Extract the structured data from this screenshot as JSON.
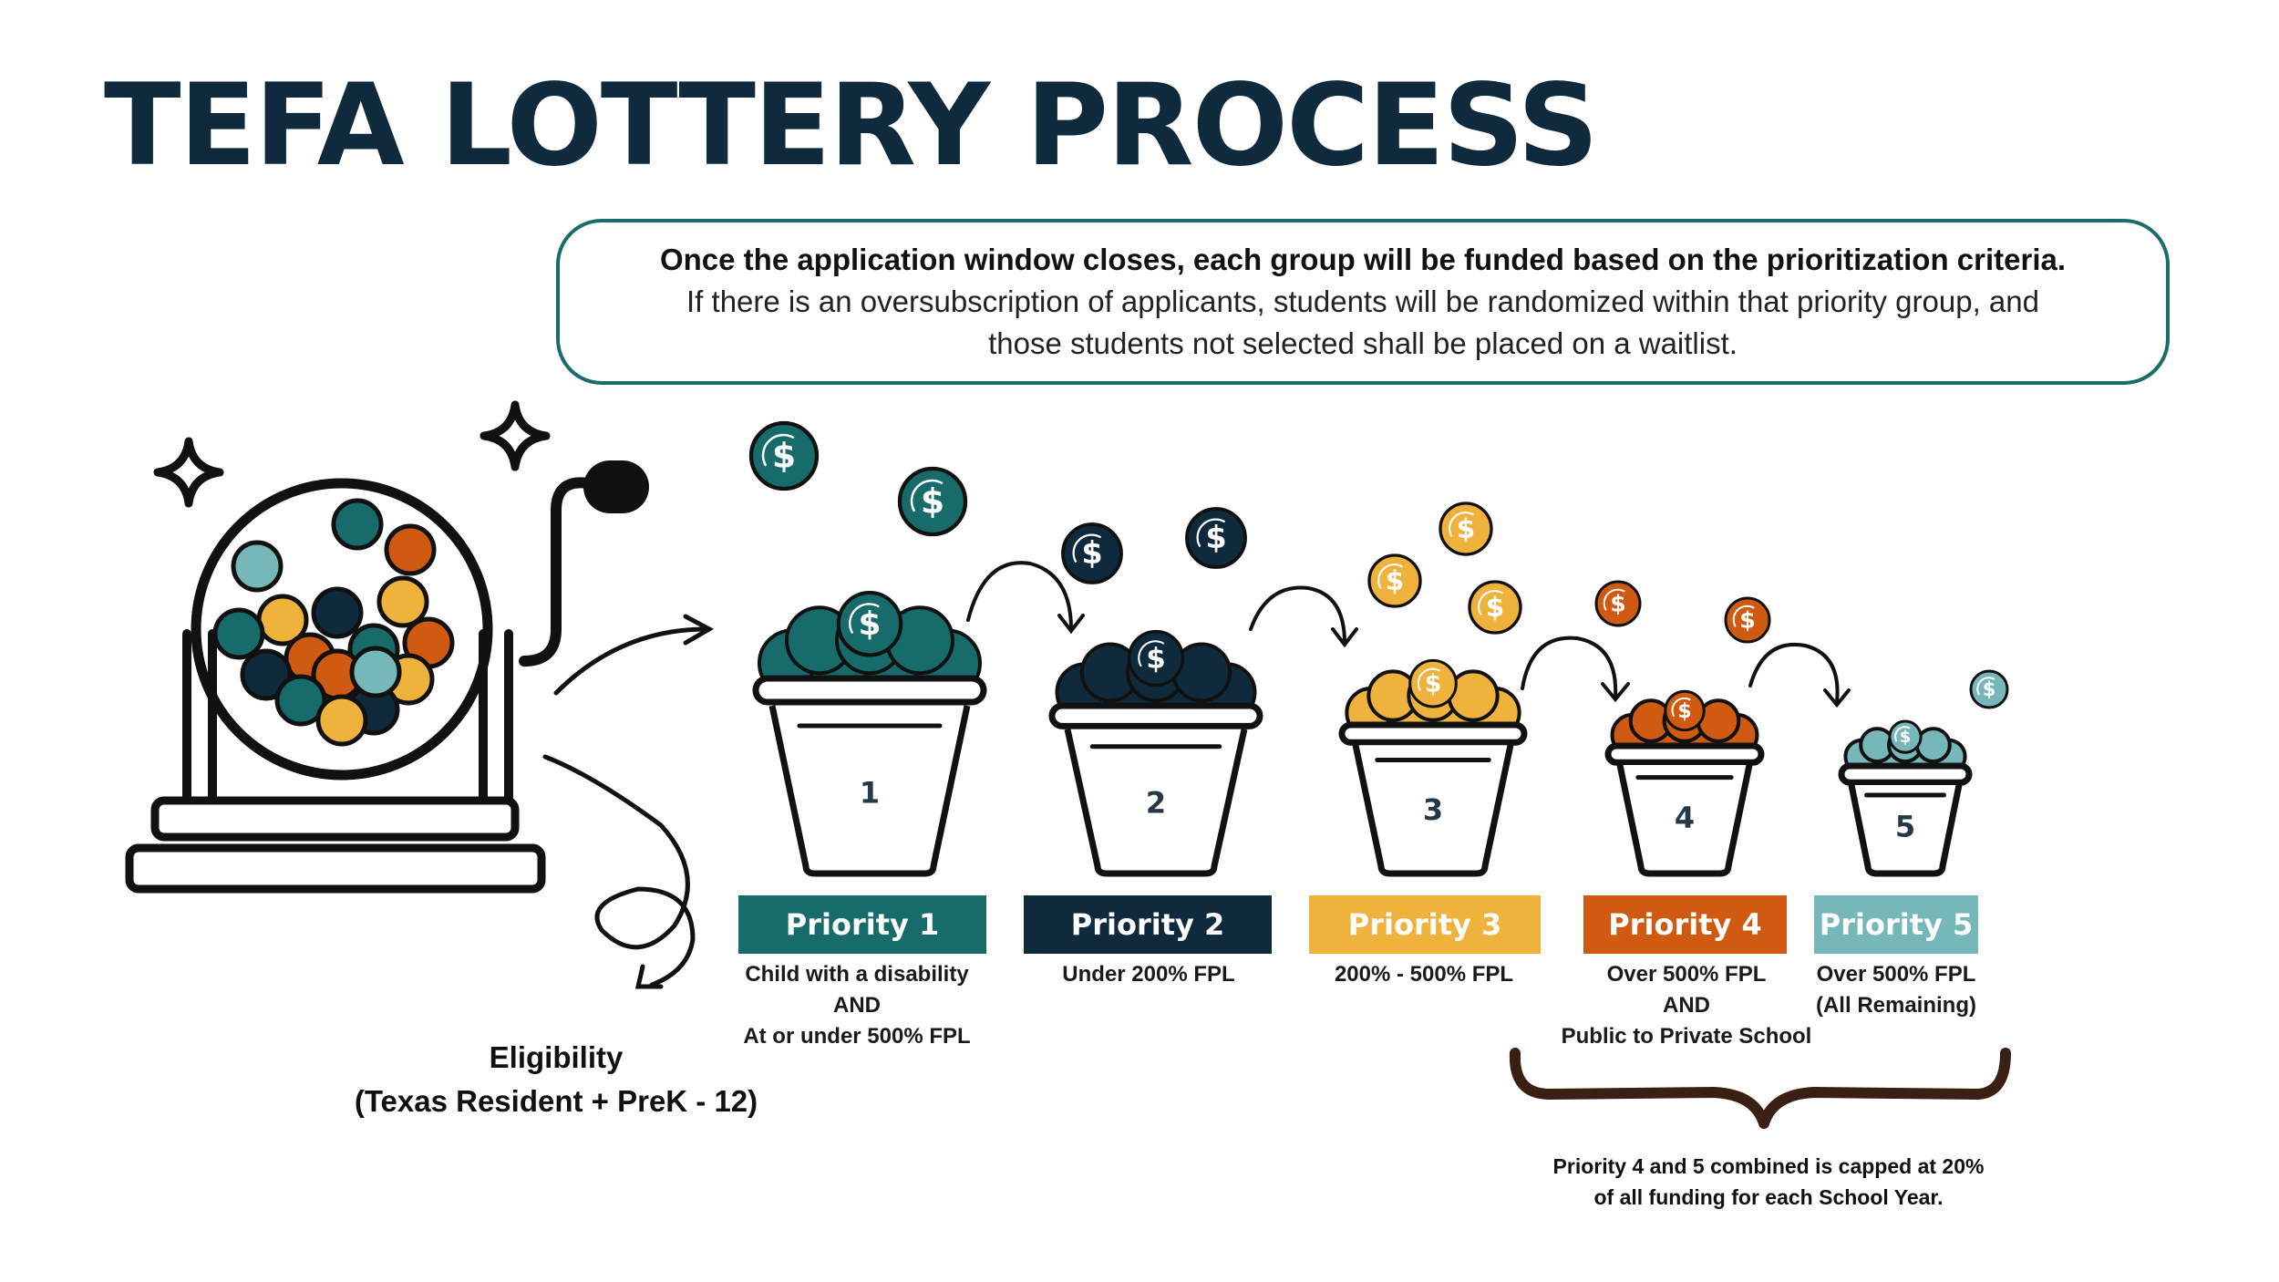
{
  "title": "TEFA LOTTERY PROCESS",
  "callout": {
    "bold": "Once the application window closes, each group will be funded based on the prioritization criteria.",
    "line2": "If there is an oversubscription of applicants, students will be randomized within that priority group, and",
    "line3": "those students not selected shall be placed on a waitlist."
  },
  "eligibility": {
    "line1": "Eligibility",
    "line2": "(Texas Resident + PreK - 12)"
  },
  "buckets": [
    {
      "number": "1",
      "label": "Priority 1",
      "color": "#176b6b",
      "desc1": "Child with a disability",
      "desc2": "AND",
      "desc3": "At or under 500% FPL"
    },
    {
      "number": "2",
      "label": "Priority 2",
      "color": "#0f2a3d",
      "desc1": "Under 200% FPL",
      "desc2": "",
      "desc3": ""
    },
    {
      "number": "3",
      "label": "Priority 3",
      "color": "#efb23c",
      "desc1": "200% - 500% FPL",
      "desc2": "",
      "desc3": ""
    },
    {
      "number": "4",
      "label": "Priority 4",
      "color": "#d15a12",
      "desc1": "Over 500% FPL",
      "desc2": "AND",
      "desc3": "Public to Private School"
    },
    {
      "number": "5",
      "label": "Priority 5",
      "color": "#76b7b9",
      "desc1": "Over 500% FPL",
      "desc2": "(All Remaining)",
      "desc3": ""
    }
  ],
  "cap_note": {
    "line1": "Priority 4 and 5 combined is capped at 20%",
    "line2": "of all funding for each School Year."
  },
  "coin_symbol": "$",
  "colors": {
    "teal": "#176b6b",
    "navy": "#0f2a3d",
    "gold": "#efb23c",
    "orange": "#d15a12",
    "light_teal": "#76b7b9",
    "border_teal": "#1b6b6b"
  },
  "icons": [
    "lottery-machine-icon",
    "sparkle-icon",
    "coin-dollar-icon",
    "bucket-icon",
    "curved-arrow-icon",
    "curly-brace-icon"
  ]
}
